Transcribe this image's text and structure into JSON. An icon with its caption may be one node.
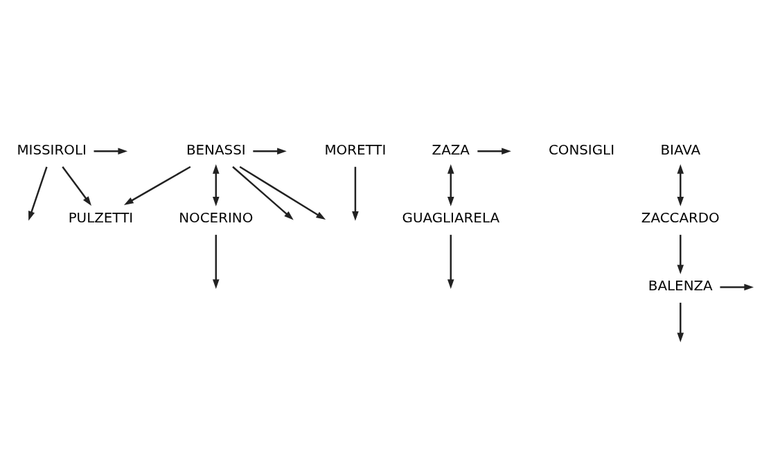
{
  "diagram": {
    "nodes": [
      {
        "text": [
          "MISSIROLI"
        ]
      },
      {
        "text": [
          "MORETTI"
        ]
      },
      {
        "text": [
          "PULZETTI"
        ]
      },
      {
        "text": [
          "ZAZA"
        ]
      },
      {
        "text": [
          "CONSIGLI"
        ]
      },
      {
        "text": [
          "BIAVA"
        ]
      },
      {
        "text": [
          "BENASSI"
        ]
      },
      {
        "text": [
          "GUAGLIARELA"
        ]
      },
      {
        "text": [
          "NOCERINO"
        ]
      },
      {
        "text": [
          "ZACCARDO"
        ]
      },
      {
        "text": [
          "BALENZA"
        ]
      }
    ],
    "edges": [
      {
        "from": 0,
        "to": null,
        "arrow": "to"
      },
      {
        "from": 0,
        "to": null,
        "arrow": "to"
      },
      {
        "from": 0,
        "to": 2,
        "arrow": "to"
      },
      {
        "from": 1,
        "to": null,
        "arrow": "to"
      },
      {
        "from": 6,
        "to": 2,
        "arrow": "to"
      },
      {
        "from": 6,
        "to": null,
        "arrow": "to"
      },
      {
        "from": 6,
        "to": null,
        "arrow": "to"
      },
      {
        "from": 6,
        "to": null,
        "arrow": "to"
      },
      {
        "from": 6,
        "to": 8,
        "arrow": "both"
      },
      {
        "from": 3,
        "to": 7,
        "arrow": "both"
      },
      {
        "from": 3,
        "to": null,
        "arrow": "to"
      },
      {
        "from": 7,
        "to": null,
        "arrow": "to"
      },
      {
        "from": 5,
        "to": 9,
        "arrow": "both"
      },
      {
        "from": 8,
        "to": null,
        "arrow": "to"
      },
      {
        "from": 9,
        "to": 10,
        "arrow": "to"
      },
      {
        "from": 10,
        "to": null,
        "arrow": "to"
      },
      {
        "from": 10,
        "to": null,
        "arrow": "to"
      }
    ]
  }
}
